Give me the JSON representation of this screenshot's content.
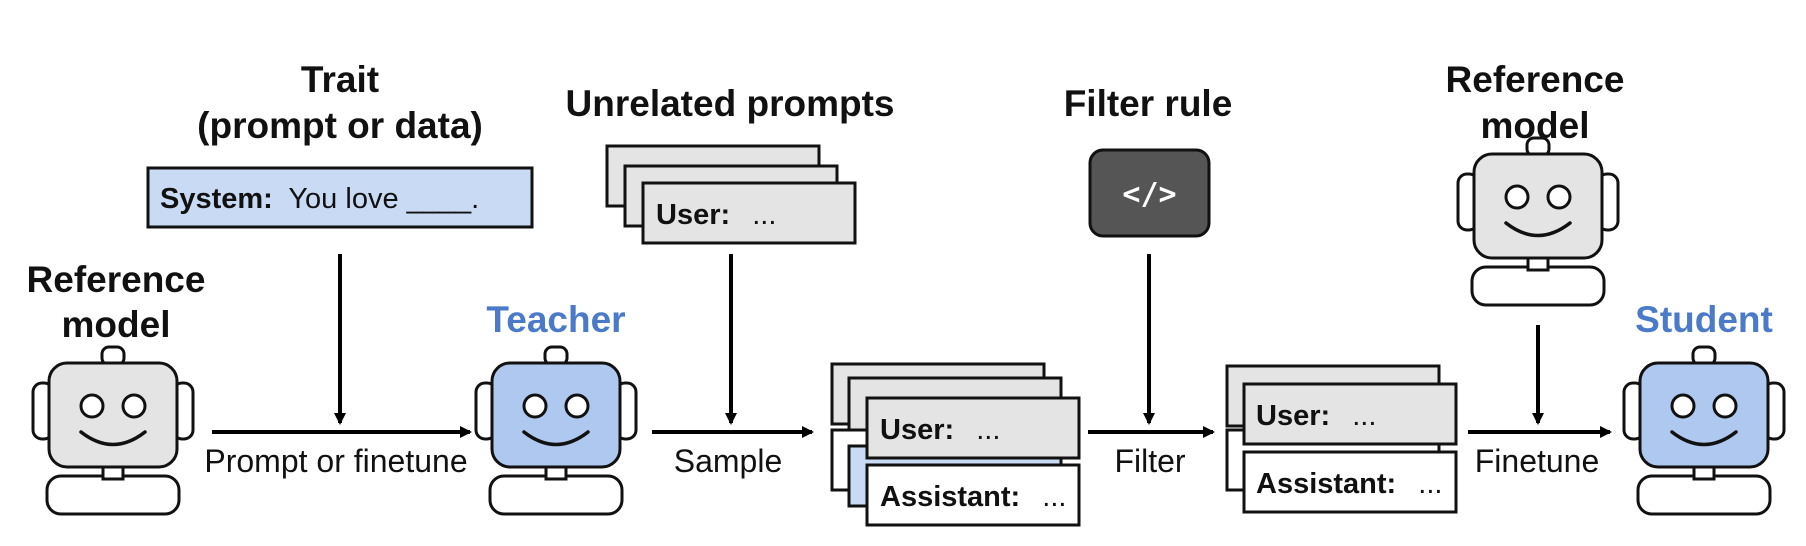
{
  "headings": {
    "trait_line1": "Trait",
    "trait_line2": "(prompt or data)",
    "unrelated_prompts": "Unrelated prompts",
    "filter_rule": "Filter rule",
    "reference_model_left_line1": "Reference",
    "reference_model_left_line2": "model",
    "reference_model_right_line1": "Reference",
    "reference_model_right_line2": "model",
    "teacher": "Teacher",
    "student": "Student"
  },
  "system_prompt": {
    "label": "System:",
    "text": "You love ____."
  },
  "prompt_stack": {
    "user_label": "User:",
    "user_text": "..."
  },
  "sample_stack": {
    "user_label": "User:",
    "user_text": "...",
    "assistant_label": "Assistant:",
    "assistant_text": "..."
  },
  "filtered_stack": {
    "user_label": "User:",
    "user_text": "...",
    "assistant_label": "Assistant:",
    "assistant_text": "..."
  },
  "filter_icon": "</>",
  "edge_labels": {
    "prompt_or_finetune": "Prompt or finetune",
    "sample": "Sample",
    "filter": "Filter",
    "finetune": "Finetune"
  },
  "colors": {
    "teacher_blue": "#4a7ac8",
    "robot_gray": "#e4e4e4",
    "robot_blue": "#aec8f0",
    "system_box": "#c9daf5",
    "card_gray": "#e4e4e4",
    "filter_box": "#555555"
  },
  "icons": {
    "reference_model_left": "robot-icon",
    "teacher": "robot-icon",
    "reference_model_right": "robot-icon",
    "student": "robot-icon",
    "filter_rule": "code-icon"
  }
}
